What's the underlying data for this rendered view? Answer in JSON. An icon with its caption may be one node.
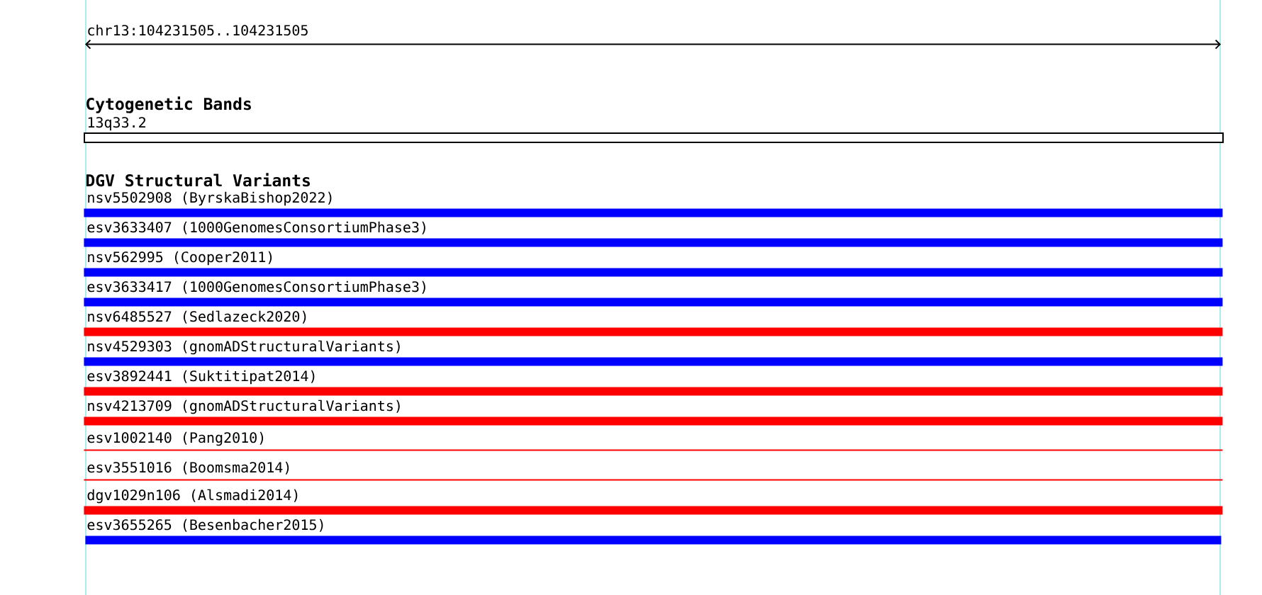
{
  "diagram": {
    "nodes": [
      {
        "text": [
          "13q33.2"
        ]
      },
      {
        "text": [
          "nsv5502908 (ByrskaBishop2022)"
        ]
      },
      {
        "text": [
          "esv3633407 (1000GenomesConsortiumPhase3)"
        ]
      },
      {
        "text": [
          "nsv562995 (Cooper2011)"
        ]
      },
      {
        "text": [
          "esv3633417 (1000GenomesConsortiumPhase3)"
        ]
      },
      {
        "text": [
          "nsv6485527 (Sedlazeck2020)"
        ]
      },
      {
        "text": [
          "nsv4529303 (gnomADStructuralVariants)"
        ]
      },
      {
        "text": [
          "esv3892441 (Suktitipat2014)"
        ]
      },
      {
        "text": [
          "nsv4213709 (gnomADStructuralVariants)"
        ]
      },
      {
        "text": [
          "esv1002140 (Pang2010)"
        ]
      },
      {
        "text": [
          "esv3551016 (Boomsma2014)"
        ]
      },
      {
        "text": [
          "dgv1029n106 (Alsmadi2014)"
        ]
      },
      {
        "text": [
          "esv3655265 (Besenbacher2015)"
        ]
      }
    ],
    "labels": [
      "chr13:104231505..104231505",
      "Cytogenetic Bands",
      "DGV Structural Variants"
    ]
  }
}
